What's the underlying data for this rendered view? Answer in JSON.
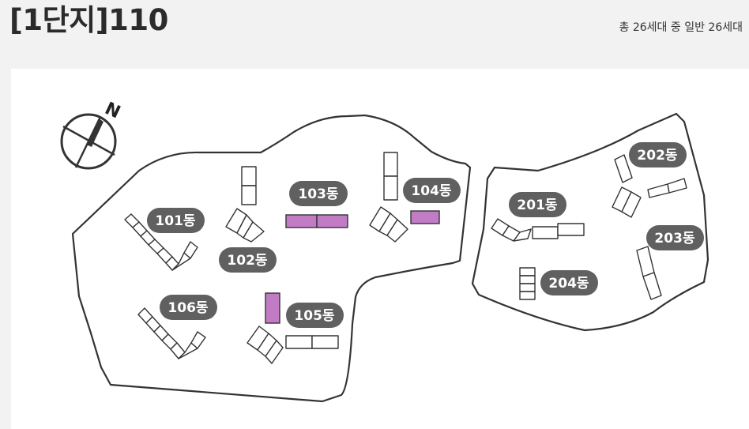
{
  "header": {
    "title": "[1단지]110",
    "summary": "총 26세대 중 일반 26세대"
  },
  "compass": {
    "direction": "N"
  },
  "map": {
    "highlight_color": "#c27cc6",
    "label_color": "#606060",
    "buildings": [
      {
        "id": "101",
        "label": "101동",
        "selected": false
      },
      {
        "id": "102",
        "label": "102동",
        "selected": false
      },
      {
        "id": "103",
        "label": "103동",
        "selected": true
      },
      {
        "id": "104",
        "label": "104동",
        "selected": true
      },
      {
        "id": "105",
        "label": "105동",
        "selected": true
      },
      {
        "id": "106",
        "label": "106동",
        "selected": false
      },
      {
        "id": "201",
        "label": "201동",
        "selected": false
      },
      {
        "id": "202",
        "label": "202동",
        "selected": false
      },
      {
        "id": "203",
        "label": "203동",
        "selected": false
      },
      {
        "id": "204",
        "label": "204동",
        "selected": false
      }
    ]
  }
}
